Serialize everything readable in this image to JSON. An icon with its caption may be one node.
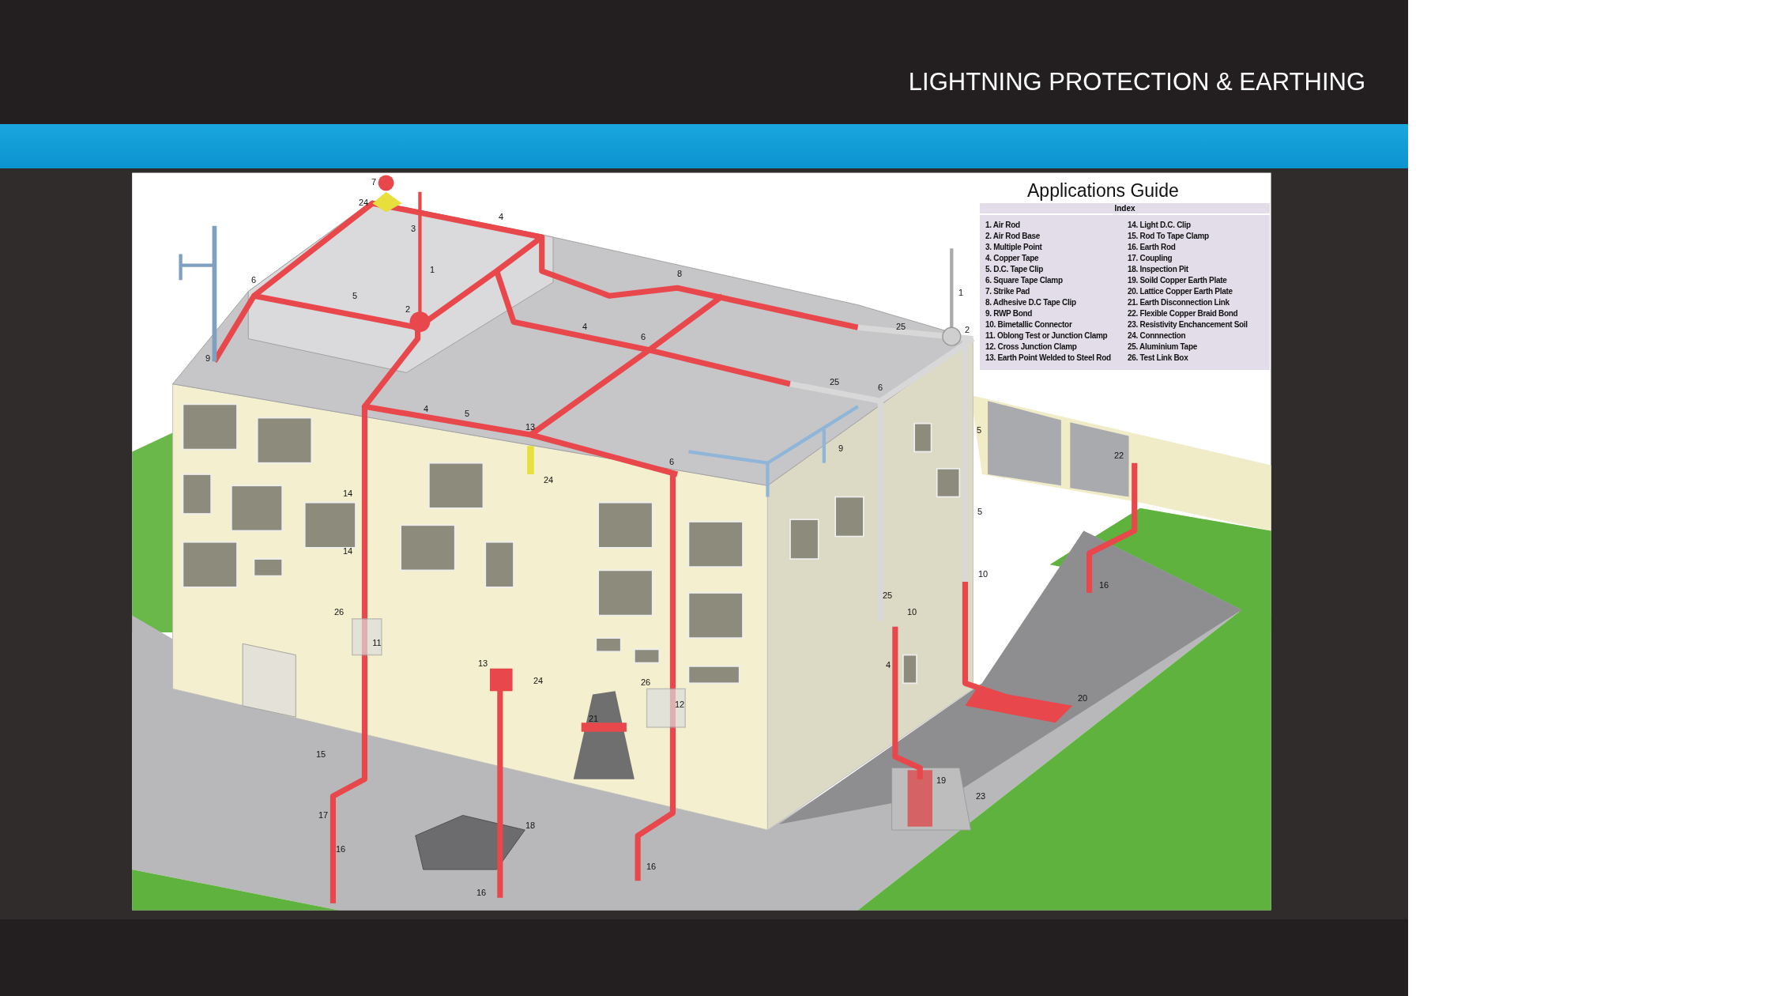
{
  "diagram": {
    "title": "LIGHTNING PROTECTION & EARTHING",
    "labels": [
      "Applications Guide",
      "Index",
      "1. Air Rod",
      "14. Light D.C. Clip",
      "2. Air Rod Base",
      "15. Rod To Tape Clamp",
      "3. Multiple Point",
      "16. Earth Rod",
      "4. Copper Tape",
      "17. Coupling",
      "5. D.C. Tape Clip",
      "18. Inspection Pit",
      "6. Square Tape Clamp",
      "19. Soild Copper Earth Plate",
      "7. Strike Pad",
      "20. Lattice Copper Earth Plate",
      "8. Adhesive D.C Tape Clip",
      "21. Earth Disconnection Link",
      "9. RWP Bond",
      "22. Flexible Copper Braid Bond",
      "10. Bimetallic Connector",
      "23. Resistivity Enchancement Soil",
      "11. Oblong Test or Junction Clamp",
      "24. Connnection",
      "12. Cross Junction Clamp",
      "25. Aluminium Tape",
      "13. Earth Point Welded to Steel Rod",
      "26. Test Link Box",
      "7",
      "24",
      "4",
      "3",
      "1",
      "8",
      "6",
      "5",
      "1",
      "2",
      "4",
      "25",
      "2",
      "6",
      "9",
      "25",
      "6",
      "4",
      "5",
      "13",
      "5",
      "9",
      "22",
      "6",
      "24",
      "14",
      "5",
      "14",
      "10",
      "16",
      "25",
      "26",
      "10",
      "11",
      "13",
      "4",
      "24",
      "26",
      "20",
      "12",
      "21",
      "15",
      "19",
      "23",
      "17",
      "18",
      "16",
      "16",
      "16"
    ]
  }
}
